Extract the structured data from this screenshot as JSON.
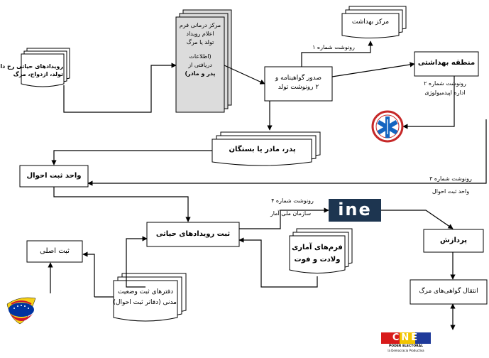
{
  "nodes": {
    "events": {
      "line1": "رویدادهای حیاتی رخ داده",
      "line2": "تولد، ازدواج، مرگ"
    },
    "health_center": {
      "line1": "مرکز درمانی فرم",
      "line2": "اعلام رویداد",
      "line3": "تولد یا مرگ",
      "line4": "(اطلاعات",
      "line5": "دریافتی از",
      "line6": "پدر و مادر)"
    },
    "cert_issue": {
      "line1": "صدور گواهینامه و",
      "line2": "۲ رونوشت تولد"
    },
    "health_center_top": {
      "label": "مرکز بهداشت"
    },
    "health_region": {
      "label": "منطقه بهداشتی"
    },
    "parents": {
      "label": "پدر، مادر یا بستگان"
    },
    "civil_unit": {
      "label": "واحد ثبت احوال"
    },
    "vital_reg": {
      "label": "ثبت رویدادهای حیاتی"
    },
    "primary_reg": {
      "label": "ثبت اصلی"
    },
    "stat_forms": {
      "line1": "فرم‌های آماری",
      "line2": "ولادت و فوت"
    },
    "civil_books": {
      "line1": "دفترهای ثبت وضعیت",
      "line2": "مدنی (دفاتر ثبت احوال)"
    },
    "processing": {
      "label": "پردازش"
    },
    "death_transfer": {
      "label": "انتقال گواهی‌های مرگ"
    }
  },
  "edge_labels": {
    "copy1": "رونوشت شماره ۱",
    "copy2": "رونوشت شماره ۲",
    "epi": "اداره اپیدمیولوژی",
    "copy3": "رونوشت شماره ۳",
    "copy3_dest": "واحد ثبت احوال",
    "copy4": "رونوشت شماره ۴",
    "copy4_dest": "سازمان ملی آمار"
  },
  "logos": {
    "ine": "ine",
    "cne": "CNE",
    "cne_sub1": "PODER ELECTORAL",
    "cne_sub2": "la Democracia Productiva"
  },
  "colors": {
    "ine_bg": "#1d3550",
    "cne_red": "#d81b1b",
    "cne_yellow": "#f2c500",
    "cne_blue": "#1f3a9a",
    "vz_yellow": "#f7d117",
    "vz_blue": "#0033a0",
    "vz_red": "#cf142b",
    "ems_red": "#c62828",
    "ems_blue": "#1565c0"
  }
}
